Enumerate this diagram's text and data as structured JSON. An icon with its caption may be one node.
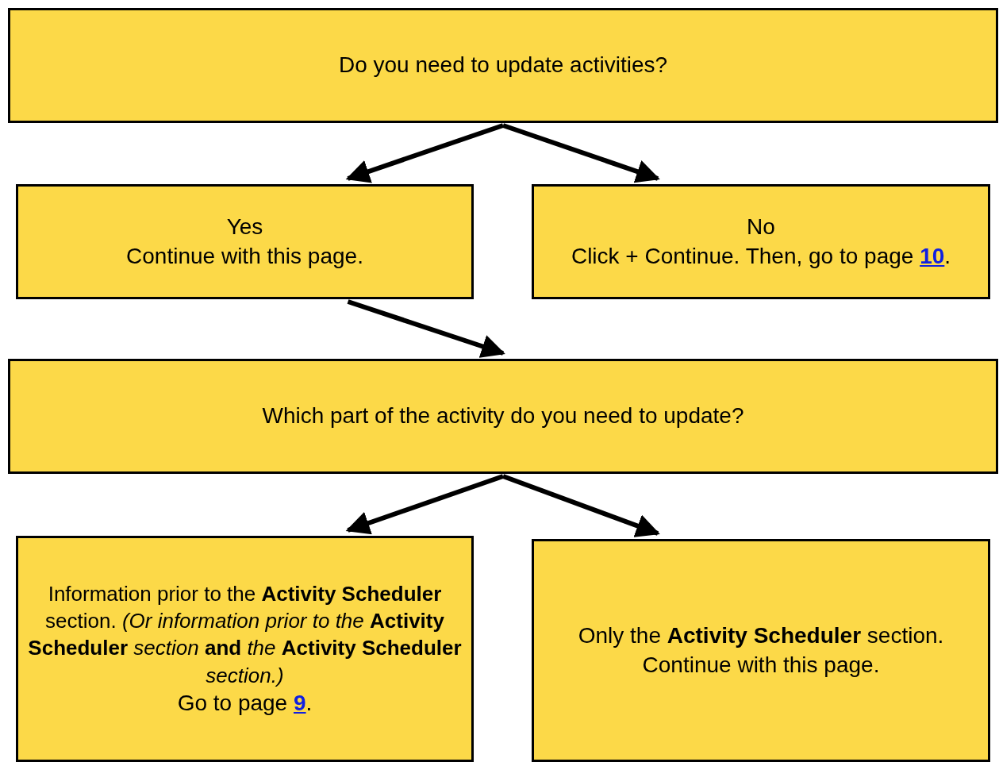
{
  "diagram": {
    "nodes": [
      {
        "text": [
          "Do you need to update activities?"
        ]
      },
      {
        "text": [
          "Yes",
          "Continue with this page."
        ]
      },
      {
        "text": [
          "No",
          "Click + Continue. Then, go to page **10**."
        ]
      },
      {
        "text": [
          "Which part of the activity do you need to update?"
        ]
      },
      {
        "text": [
          "Information prior to the **Activity Scheduler** section. *(Or information prior to the* **Activity Scheduler** *section* **and** *the* **Activity Scheduler** *section.)*",
          "Go to page **9**."
        ]
      },
      {
        "text": [
          "Only the **Activity Scheduler** section.",
          "Continue with this page."
        ]
      }
    ],
    "edges": [
      {
        "from": 0,
        "to": 1,
        "arrow": "to"
      },
      {
        "from": 0,
        "to": 2,
        "arrow": "to"
      },
      {
        "from": 1,
        "to": 3,
        "arrow": "to"
      },
      {
        "from": 3,
        "to": 4,
        "arrow": "to"
      },
      {
        "from": 3,
        "to": 5,
        "arrow": "to"
      }
    ]
  }
}
